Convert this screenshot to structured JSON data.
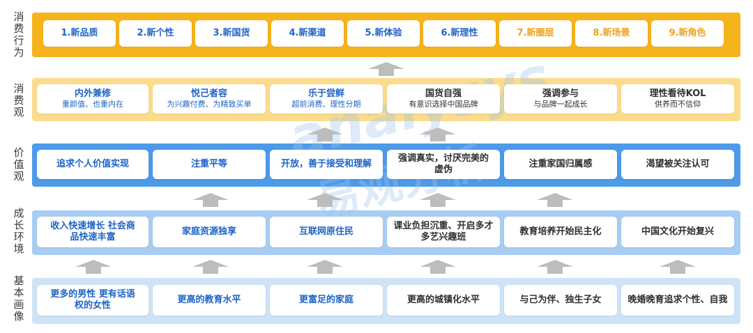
{
  "rows": [
    {
      "id": "behavior",
      "label": [
        "消",
        "费",
        "行",
        "为"
      ],
      "items": [
        {
          "main": "1.新品质",
          "color": "blue"
        },
        {
          "main": "2.新个性",
          "color": "blue"
        },
        {
          "main": "3.新国货",
          "color": "blue"
        },
        {
          "main": "4.新渠道",
          "color": "blue"
        },
        {
          "main": "5.新体验",
          "color": "blue"
        },
        {
          "main": "6.新理性",
          "color": "blue"
        },
        {
          "main": "7.新圈层",
          "color": "orange"
        },
        {
          "main": "8.新场景",
          "color": "orange"
        },
        {
          "main": "9.新角色",
          "color": "orange"
        }
      ]
    },
    {
      "id": "consumption-view",
      "label": [
        "消",
        "费",
        "观"
      ],
      "items": [
        {
          "main": "内外兼修",
          "sub": "重颜值、也重内在"
        },
        {
          "main": "悦己者容",
          "sub": "为兴趣付费、为精致买单"
        },
        {
          "main": "乐于尝鲜",
          "sub": "超前消费、理性分期"
        },
        {
          "main": "国货自强",
          "sub": "有意识选择中国品牌"
        },
        {
          "main": "强调参与",
          "sub": "与品牌一起成长"
        },
        {
          "main": "理性看待KOL",
          "sub": "供养而不信仰"
        }
      ]
    },
    {
      "id": "values",
      "label": [
        "价",
        "值",
        "观"
      ],
      "items": [
        {
          "main": "追求个人价值实现"
        },
        {
          "main": "注重平等"
        },
        {
          "main": "开放，善于接受和理解"
        },
        {
          "main": "强调真实，讨厌完美的虚伪"
        },
        {
          "main": "注重家国归属感"
        },
        {
          "main": "渴望被关注认可"
        }
      ]
    },
    {
      "id": "environment",
      "label": [
        "成",
        "长",
        "环",
        "境"
      ],
      "items": [
        {
          "main": "收入快速增长 社会商品快速丰富"
        },
        {
          "main": "家庭资源独享"
        },
        {
          "main": "互联网原住民"
        },
        {
          "main": "课业负担沉重、开启多才多艺兴趣班"
        },
        {
          "main": "教育培养开始民主化"
        },
        {
          "main": "中国文化开始复兴"
        }
      ]
    },
    {
      "id": "portrait",
      "label": [
        "基",
        "本",
        "画",
        "像"
      ],
      "items": [
        {
          "main": "更多的男性 更有话语权的女性"
        },
        {
          "main": "更高的教育水平"
        },
        {
          "main": "更富足的家庭"
        },
        {
          "main": "更高的城镇化水平"
        },
        {
          "main": "与己为伴、独生子女"
        },
        {
          "main": "晚婚晚育追求个性、自我"
        }
      ]
    }
  ],
  "watermark": {
    "line1": "analysys",
    "line2": "易观分析"
  },
  "colors": {
    "blue_text": "#1e63c7",
    "orange_text": "#f0a21a",
    "yellow_band": "#f6b41c",
    "blue_band": "#4d9ae8"
  }
}
